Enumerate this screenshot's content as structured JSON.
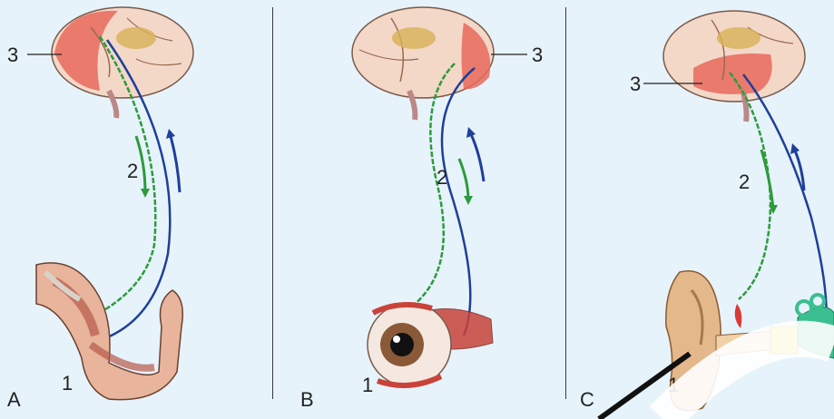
{
  "panels": [
    {
      "letter": "A",
      "n1": "1",
      "n2": "2",
      "n3": "3",
      "organ": "arm"
    },
    {
      "letter": "B",
      "n1": "1",
      "n2": "2",
      "n3": "3",
      "organ": "eye"
    },
    {
      "letter": "C",
      "n1": "1",
      "n2": "2",
      "n3": "3",
      "organ": "ear"
    }
  ],
  "colors": {
    "background": "#e6f3fb",
    "brain": "#f3d8c8",
    "brain_highlight": "#e86a5c",
    "motor_path": "#2e9a3c",
    "sensory_path": "#1f3f9a",
    "tissue": "#d9a084"
  }
}
